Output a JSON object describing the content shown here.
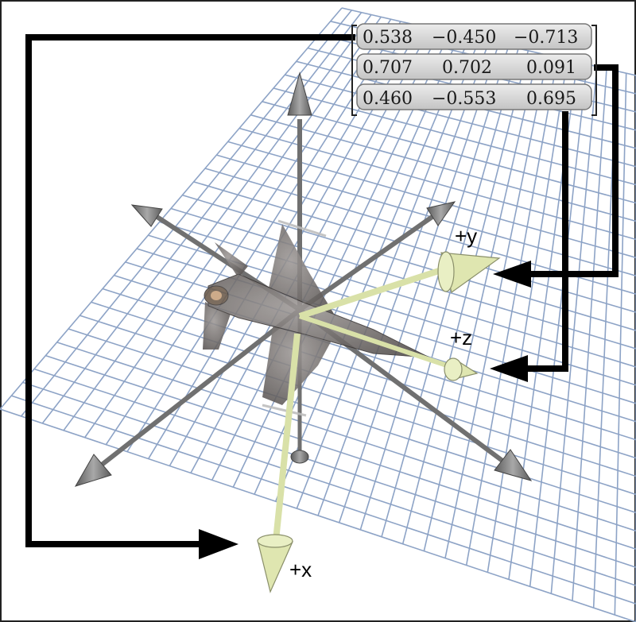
{
  "matrix": {
    "rows": [
      [
        "0.538",
        "−0.450",
        "−0.713"
      ],
      [
        "0.707",
        "0.702",
        "0.091"
      ],
      [
        "0.460",
        "−0.553",
        "0.695"
      ]
    ]
  },
  "axis_labels": {
    "x": "+x",
    "y": "+y",
    "z": "+z"
  },
  "colors": {
    "grid_line": "#8da3c6",
    "world_axis": "#7d7d7d",
    "body_axis": "#dfe6b0",
    "arrow": "#000000",
    "matrix_cell": "#d6d6d6"
  },
  "icons": {
    "aircraft": "fighter-jet-icon"
  }
}
